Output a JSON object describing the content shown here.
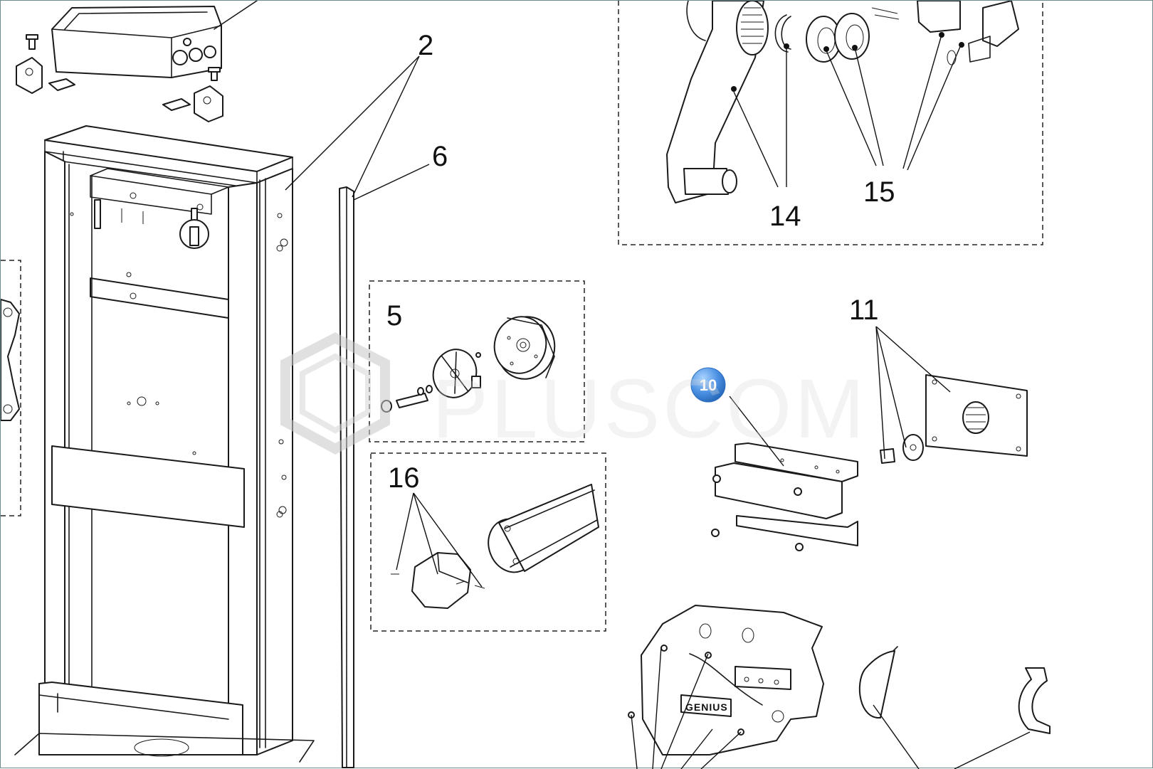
{
  "watermark": "PLUSCOM",
  "brand_plate": "GENIUS",
  "highlight_badge": "10",
  "callouts": {
    "c2": "2",
    "c6": "6",
    "c5": "5",
    "c16": "16",
    "c11": "11",
    "c14": "14",
    "c15": "15"
  },
  "colors": {
    "line": "#1a1a1a",
    "badge": "#4a90e2",
    "watermark": "#d9d9d9",
    "frame": "#6e8a8a"
  }
}
